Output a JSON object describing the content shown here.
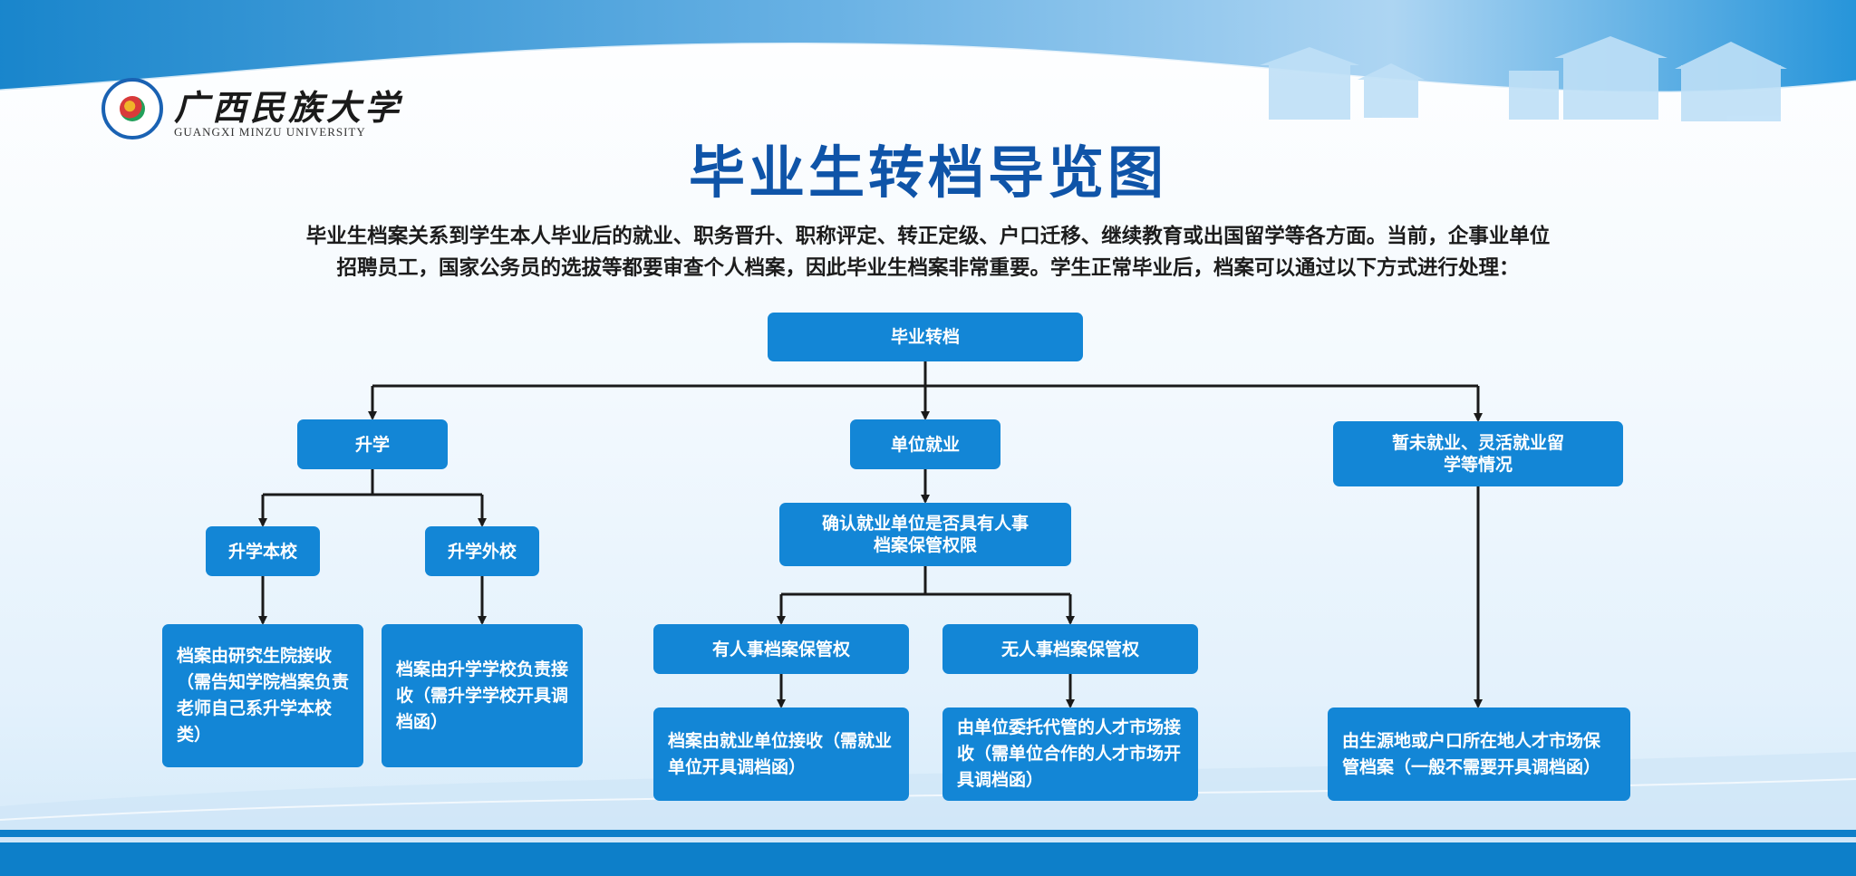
{
  "header": {
    "logo_cn": "广西民族大学",
    "logo_en": "GUANGXI MINZU UNIVERSITY",
    "title": "毕业生转档导览图"
  },
  "intro": {
    "line1": "毕业生档案关系到学生本人毕业后的就业、职务晋升、职称评定、转正定级、户口迁移、继续教育或出国留学等各方面。当前，企事业单位",
    "line2": "招聘员工，国家公务员的选拔等都要审查个人档案，因此毕业生档案非常重要。学生正常毕业后，档案可以通过以下方式进行处理："
  },
  "flow": {
    "root": "毕业转档",
    "further_study": {
      "label": "升学",
      "own_school": {
        "label": "升学本校",
        "result": "档案由研究生院接收（需告知学院档案负责老师自己系升学本校类）"
      },
      "other_school": {
        "label": "升学外校",
        "result": "档案由升学学校负责接收（需升学学校开具调档函）"
      }
    },
    "employment": {
      "label": "单位就业",
      "check": "确认就业单位是否具有人事档案保管权限",
      "has_right": {
        "label": "有人事档案保管权",
        "result": "档案由就业单位接收（需就业单位开具调档函）"
      },
      "no_right": {
        "label": "无人事档案保管权",
        "result": "由单位委托代管的人才市场接收（需单位合作的人才市场开具调档函）"
      }
    },
    "other": {
      "label": "暂未就业、灵活就业留学等情况",
      "result": "由生源地或户口所在地人才市场保管档案（一般不需要开具调档函）"
    }
  },
  "colors": {
    "title": "#0f54a8",
    "node": "#1386d6",
    "connector": "#1a1a1a",
    "band": "#0d7fc9"
  }
}
